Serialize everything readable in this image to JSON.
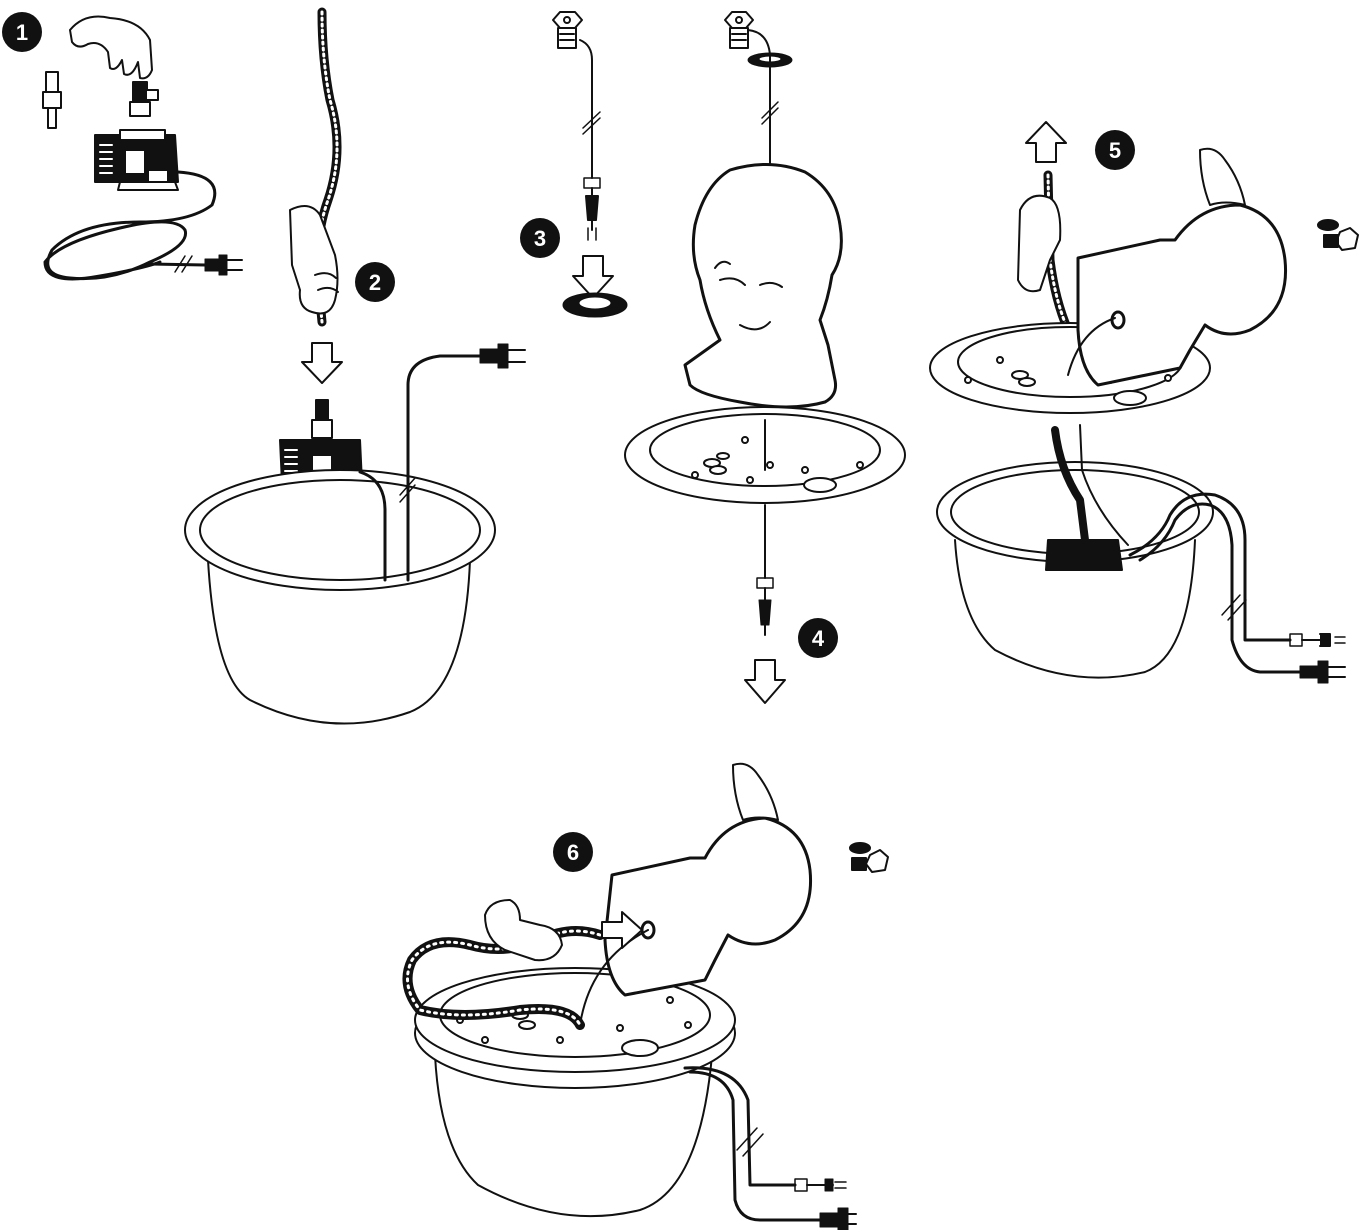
{
  "steps": [
    {
      "number": "1"
    },
    {
      "number": "2"
    },
    {
      "number": "3"
    },
    {
      "number": "4"
    },
    {
      "number": "5"
    },
    {
      "number": "6"
    }
  ],
  "colors": {
    "ink": "#111111",
    "paper": "#ffffff",
    "hose": "#1a1a1a"
  },
  "icons": [
    "hand-icon",
    "pump-icon",
    "hose-icon",
    "power-plug-icon",
    "nozzle-icon",
    "washer-icon",
    "buddha-head-icon",
    "basin-icon",
    "lid-icon",
    "arrow-icon"
  ]
}
